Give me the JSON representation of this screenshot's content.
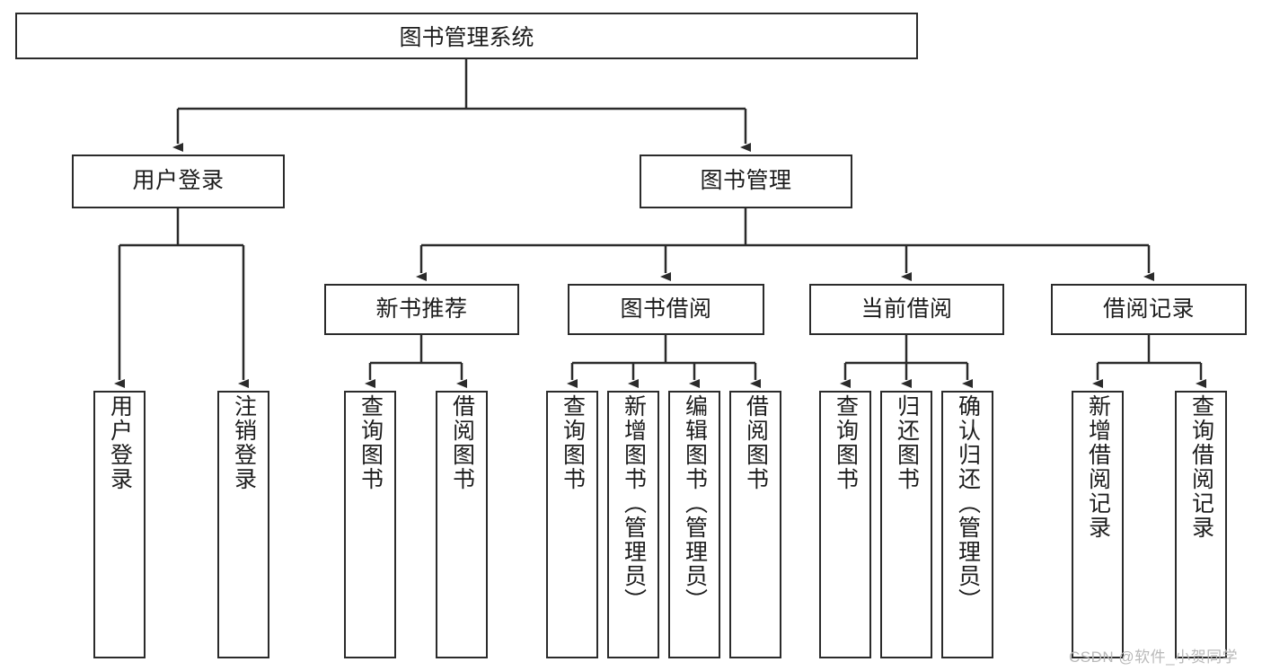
{
  "diagram": {
    "title": "图书管理系统",
    "root": {
      "label": "图书管理系统"
    },
    "level2": [
      {
        "label": "用户登录"
      },
      {
        "label": "图书管理"
      }
    ],
    "level3": [
      {
        "label": "新书推荐"
      },
      {
        "label": "图书借阅"
      },
      {
        "label": "当前借阅"
      },
      {
        "label": "借阅记录"
      }
    ],
    "leaves": [
      {
        "label": "用户登录"
      },
      {
        "label": "注销登录"
      },
      {
        "label": "查询图书"
      },
      {
        "label": "借阅图书"
      },
      {
        "label": "查询图书"
      },
      {
        "label": "新增图书（管理员）"
      },
      {
        "label": "编辑图书（管理员）"
      },
      {
        "label": "借阅图书"
      },
      {
        "label": "查询图书"
      },
      {
        "label": "归还图书"
      },
      {
        "label": "确认归还（管理员）"
      },
      {
        "label": "新增借阅记录"
      },
      {
        "label": "查询借阅记录"
      }
    ],
    "colors": {
      "stroke": "#2b2b2b",
      "fill": "#ffffff",
      "text": "#1d1d1d",
      "watermark": "#b9b9b9"
    }
  },
  "watermark": {
    "text": "CSDN @软件_小贺同学"
  }
}
